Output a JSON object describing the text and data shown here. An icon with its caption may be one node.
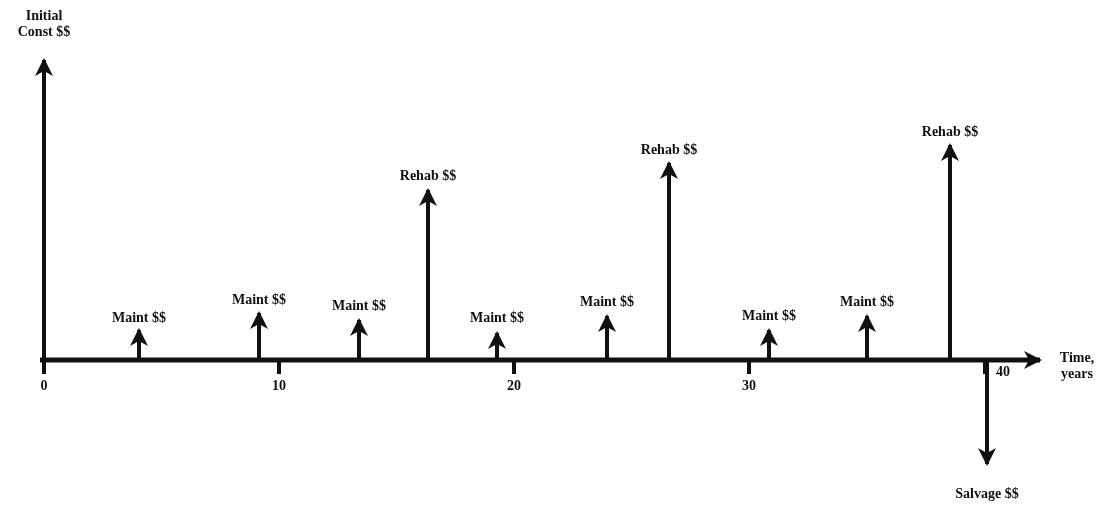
{
  "diagram": {
    "labels": [
      "Initial Const $$",
      "Maint $$",
      "Maint $$",
      "Maint $$",
      "Rehab $$",
      "Maint $$",
      "Maint $$",
      "Rehab $$",
      "Maint $$",
      "Maint $$",
      "Rehab $$",
      "Salvage $$",
      "0",
      "10",
      "20",
      "30",
      "40",
      "Time, years"
    ]
  }
}
